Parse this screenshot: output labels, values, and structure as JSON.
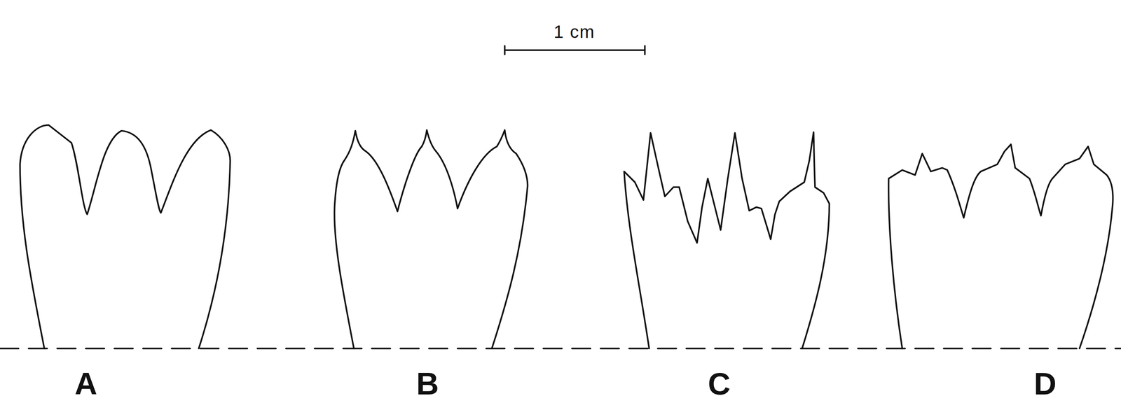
{
  "diagram": {
    "labels": [
      "1 cm",
      "A",
      "B",
      "C",
      "D"
    ]
  }
}
